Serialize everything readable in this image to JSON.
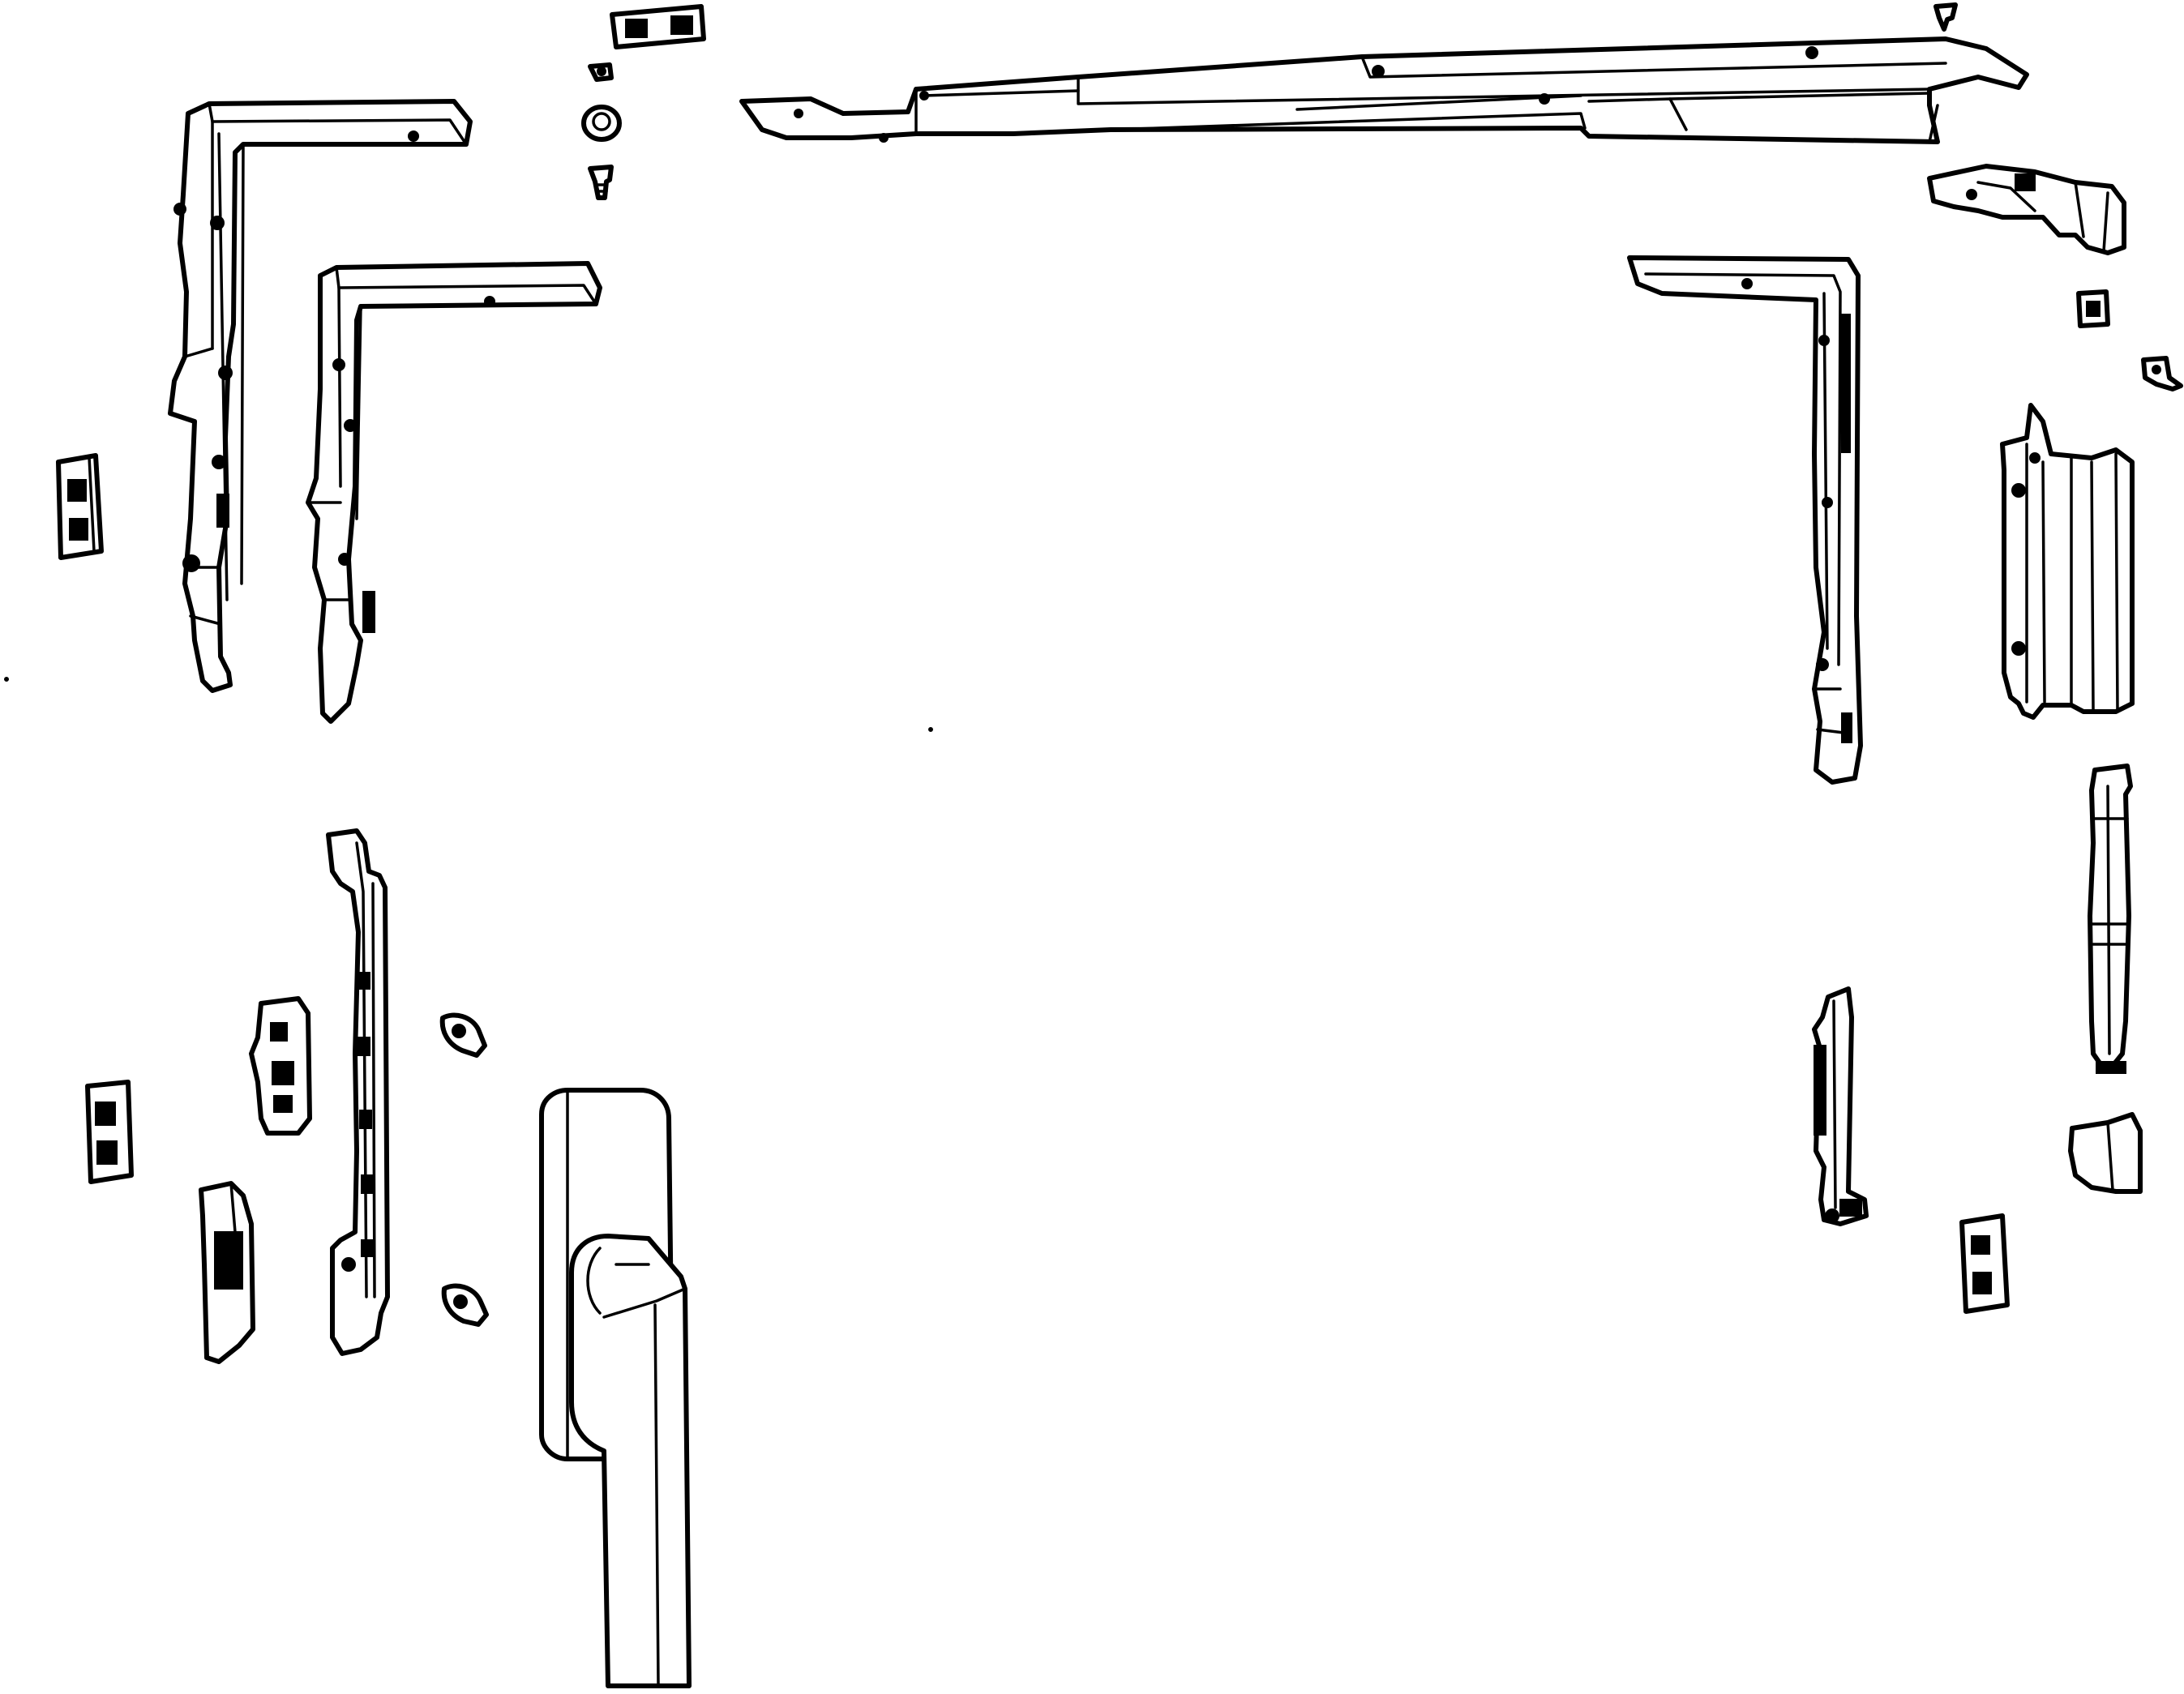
{
  "figure": {
    "type": "exploded-view line drawing",
    "ink_color": "#000000",
    "background_color": "#ffffff",
    "components": [
      "top-stay-arm",
      "corner-drive-outer",
      "corner-drive-inner",
      "corner-drive-right",
      "stay-bearing",
      "top-hinge",
      "bottom-hinge",
      "hinge-pin",
      "hinge-cover-cap",
      "espagnolette-gearbox",
      "window-handle",
      "keeper-plates",
      "screws"
    ]
  }
}
